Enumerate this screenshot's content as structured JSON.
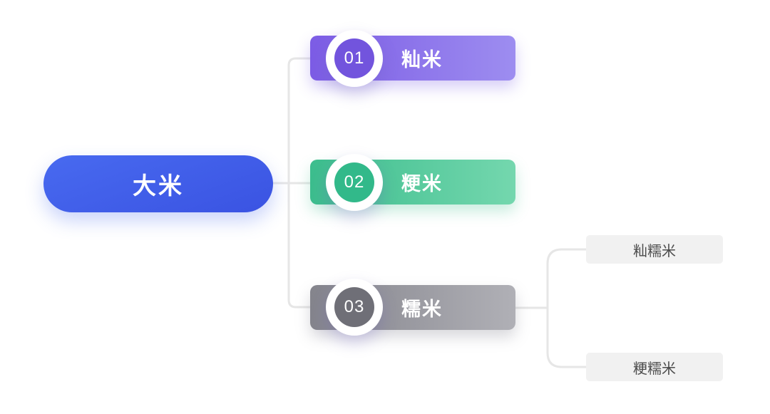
{
  "root": {
    "label": "大米",
    "gradient": {
      "dir": "160deg",
      "from": "#486af0",
      "to": "#3a53e2"
    }
  },
  "branches": [
    {
      "number": "01",
      "label": "籼米",
      "bar_gradient": {
        "dir": "90deg",
        "from": "#7c5ce5",
        "to": "#9d8df0"
      },
      "circle_color": "#7254dd"
    },
    {
      "number": "02",
      "label": "粳米",
      "bar_gradient": {
        "dir": "90deg",
        "from": "#3cbd8d",
        "to": "#74d7ae"
      },
      "circle_color": "#32b98a"
    },
    {
      "number": "03",
      "label": "糯米",
      "bar_gradient": {
        "dir": "90deg",
        "from": "#84848c",
        "to": "#b0b0b6"
      },
      "circle_color": "#6f6f77"
    }
  ],
  "sub_branches": [
    {
      "label": "籼糯米"
    },
    {
      "label": "粳糯米"
    }
  ],
  "colors": {
    "connector": "#e6e6e6",
    "sub_box_bg": "#f1f1f1",
    "sub_box_text": "#4c4c4c",
    "node_text": "#ffffff",
    "badge_ring": "#ffffff"
  }
}
